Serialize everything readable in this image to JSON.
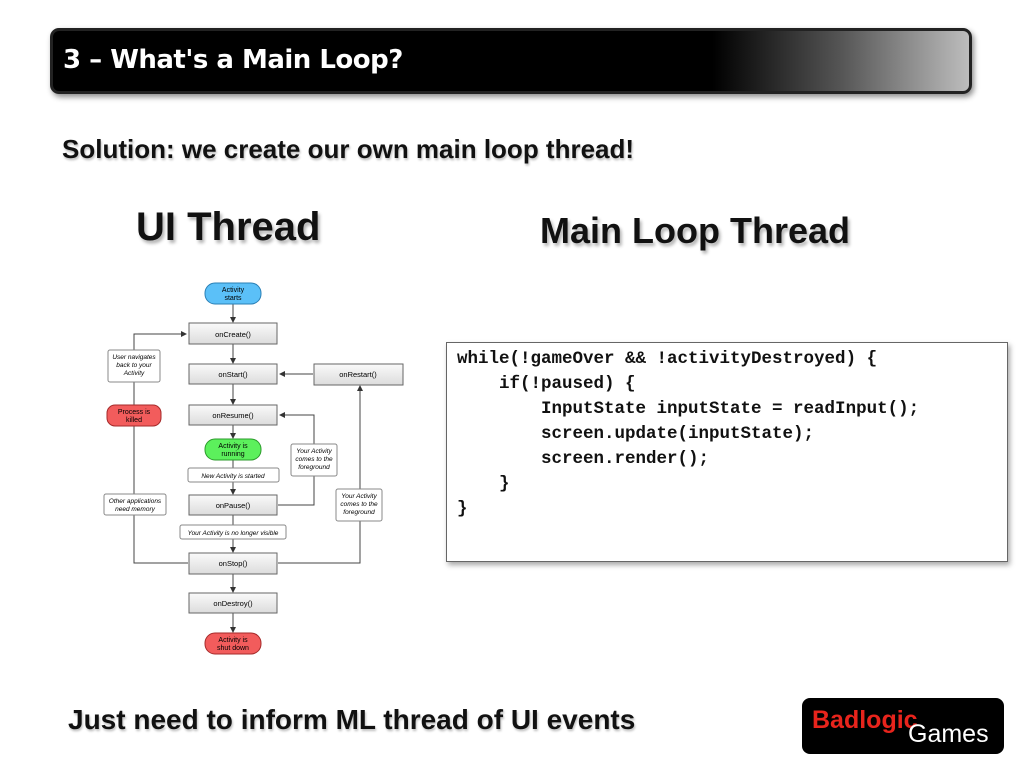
{
  "header": {
    "title": "3 – What's a Main Loop?"
  },
  "subtitle": "Solution: we create our own main loop thread!",
  "columns": {
    "left_heading": "UI Thread",
    "right_heading": "Main Loop Thread"
  },
  "diagram": {
    "activity_starts": [
      "Activity",
      "starts"
    ],
    "on_create": "onCreate()",
    "on_start": "onStart()",
    "on_restart": "onRestart()",
    "on_resume": "onResume()",
    "activity_running": [
      "Activity is",
      "running"
    ],
    "new_activity_started": "New Activity is started",
    "on_pause": "onPause()",
    "no_longer_visible": "Your Activity is no longer visible",
    "on_stop": "onStop()",
    "on_destroy": "onDestroy()",
    "activity_shut_down": [
      "Activity is",
      "shut down"
    ],
    "user_navigates_back": [
      "User navigates",
      "back to your",
      "Activity"
    ],
    "process_killed": [
      "Process is",
      "killed"
    ],
    "other_apps_memory": [
      "Other applications",
      "need memory"
    ],
    "foreground_1": [
      "Your Activity",
      "comes to the",
      "foreground"
    ],
    "foreground_2": [
      "Your Activity",
      "comes to the",
      "foreground"
    ],
    "colors": {
      "start_node": "#5bc0f8",
      "running_node": "#5cf05c",
      "end_node": "#f25c5c"
    }
  },
  "code": {
    "lines": [
      "while(!gameOver && !activityDestroyed) {",
      "    if(!paused) {",
      "        InputState inputState = readInput();",
      "        screen.update(inputState);",
      "        screen.render();",
      "    }",
      "}"
    ]
  },
  "footer": "Just need to inform ML thread of UI events",
  "logo": {
    "red_part": "Badlogic",
    "white_part": "Games",
    "red_color": "#e8241c"
  }
}
